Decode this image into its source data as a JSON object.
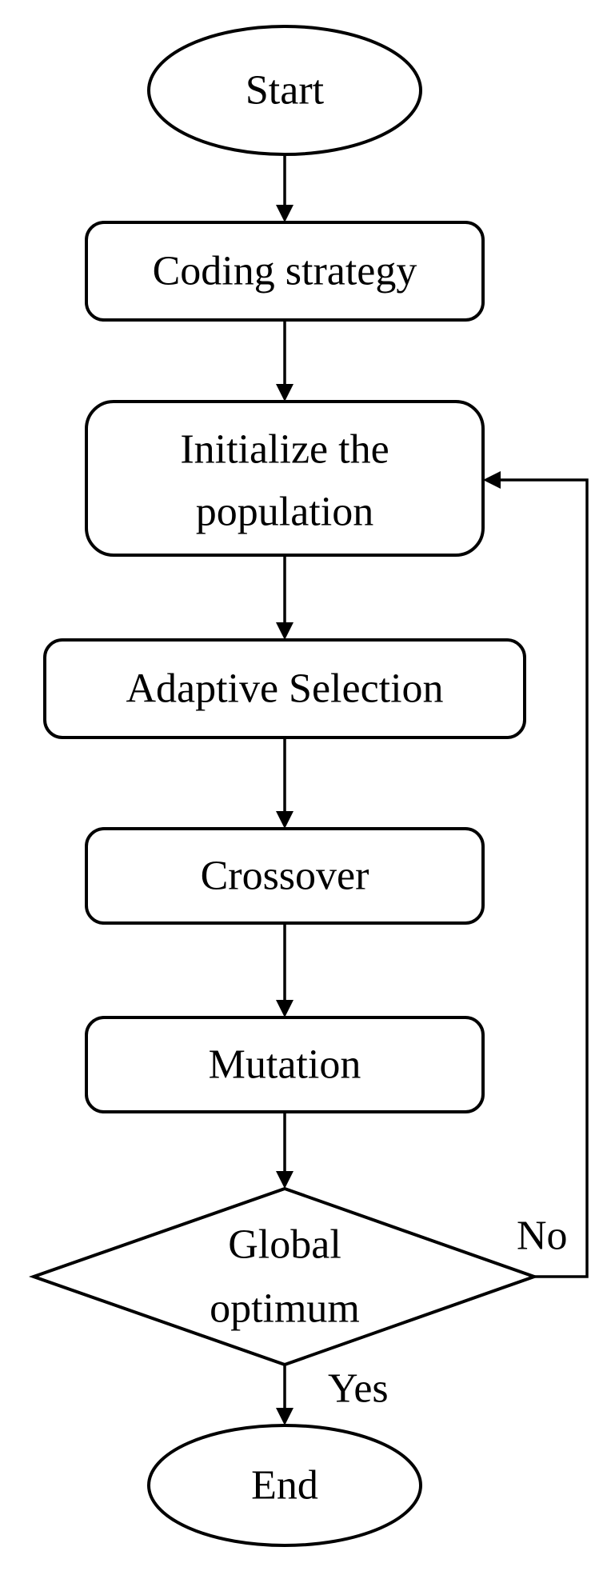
{
  "nodes": {
    "start": "Start",
    "coding": "Coding strategy",
    "init_line1": "Initialize the",
    "init_line2": "population",
    "selection": "Adaptive Selection",
    "crossover": "Crossover",
    "mutation": "Mutation",
    "decision_line1": "Global",
    "decision_line2": "optimum",
    "end": "End"
  },
  "edges": {
    "no_label": "No",
    "yes_label": "Yes"
  }
}
